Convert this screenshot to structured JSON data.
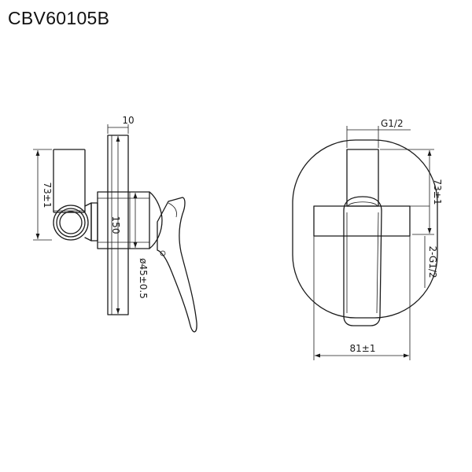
{
  "title": "CBV60105B",
  "side_view": {
    "dim_plate_thickness": "10",
    "dim_spout_height": "73±1",
    "dim_plate_height": "150",
    "dim_diameter": "ø45±0.5"
  },
  "front_view": {
    "dim_thread_top": "G1/2",
    "dim_height": "73±1",
    "dim_thread_side": "2-G1/2",
    "dim_width": "81±1"
  }
}
